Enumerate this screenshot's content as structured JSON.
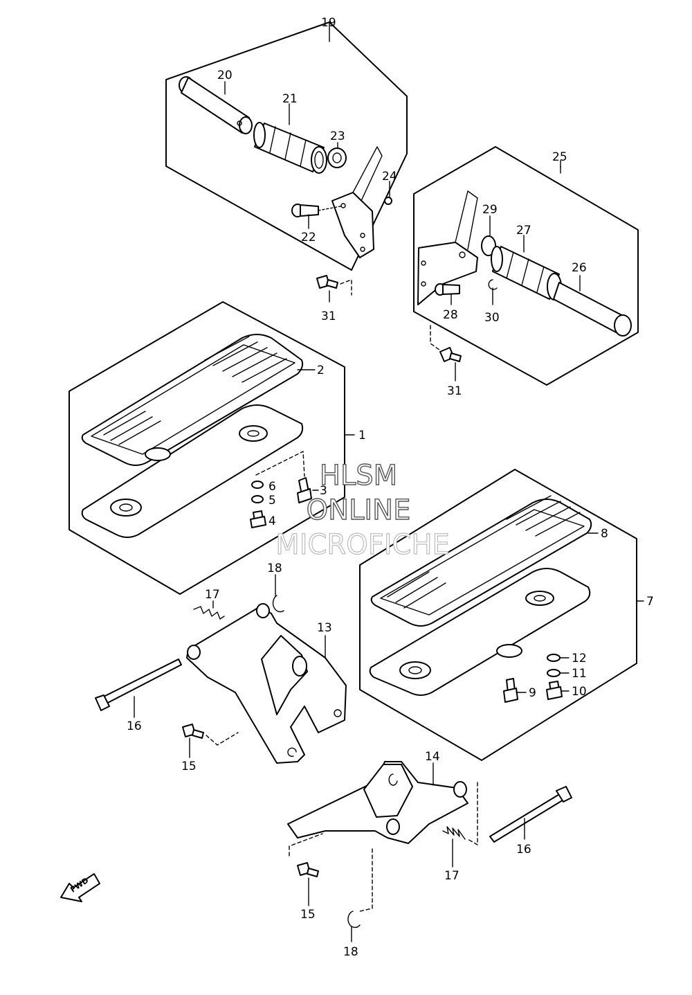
{
  "callouts": {
    "c1": "1",
    "c2": "2",
    "c3": "3",
    "c4": "4",
    "c5": "5",
    "c6": "6",
    "c7": "7",
    "c8": "8",
    "c9": "9",
    "c10": "10",
    "c11": "11",
    "c12": "12",
    "c13": "13",
    "c14": "14",
    "c15a": "15",
    "c15b": "15",
    "c16a": "16",
    "c16b": "16",
    "c17a": "17",
    "c17b": "17",
    "c18a": "18",
    "c18b": "18",
    "c19": "19",
    "c20": "20",
    "c21": "21",
    "c22": "22",
    "c23": "23",
    "c24": "24",
    "c25": "25",
    "c26": "26",
    "c27": "27",
    "c28": "28",
    "c29": "29",
    "c30": "30",
    "c31a": "31",
    "c31b": "31"
  },
  "watermark": {
    "line1": "HLSM",
    "line2": "ONLINE",
    "line3": "MICROFICHE"
  },
  "fwd_label": "FWD"
}
